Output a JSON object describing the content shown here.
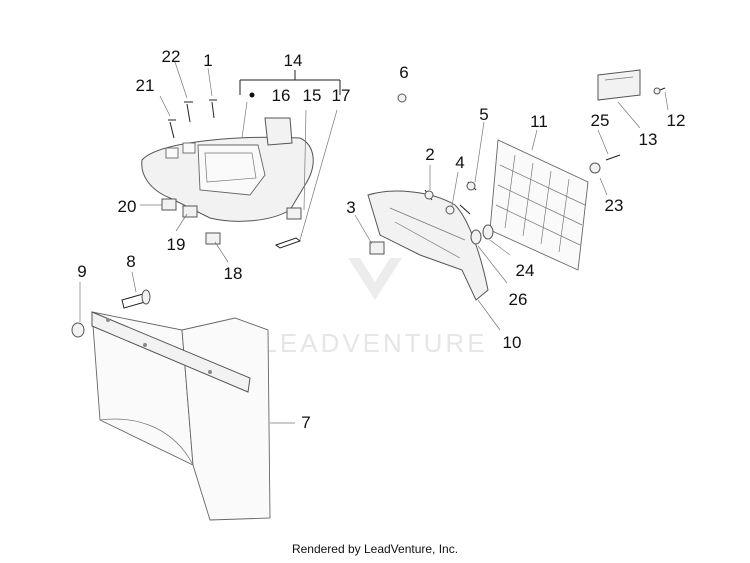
{
  "diagram": {
    "watermark": "LEADVENTURE",
    "callouts": [
      "1",
      "2",
      "3",
      "4",
      "5",
      "6",
      "7",
      "8",
      "9",
      "10",
      "11",
      "12",
      "13",
      "14",
      "15",
      "16",
      "17",
      "18",
      "19",
      "20",
      "21",
      "22",
      "23",
      "24",
      "25",
      "26"
    ]
  },
  "footer": {
    "text": "Rendered by LeadVenture, Inc."
  }
}
